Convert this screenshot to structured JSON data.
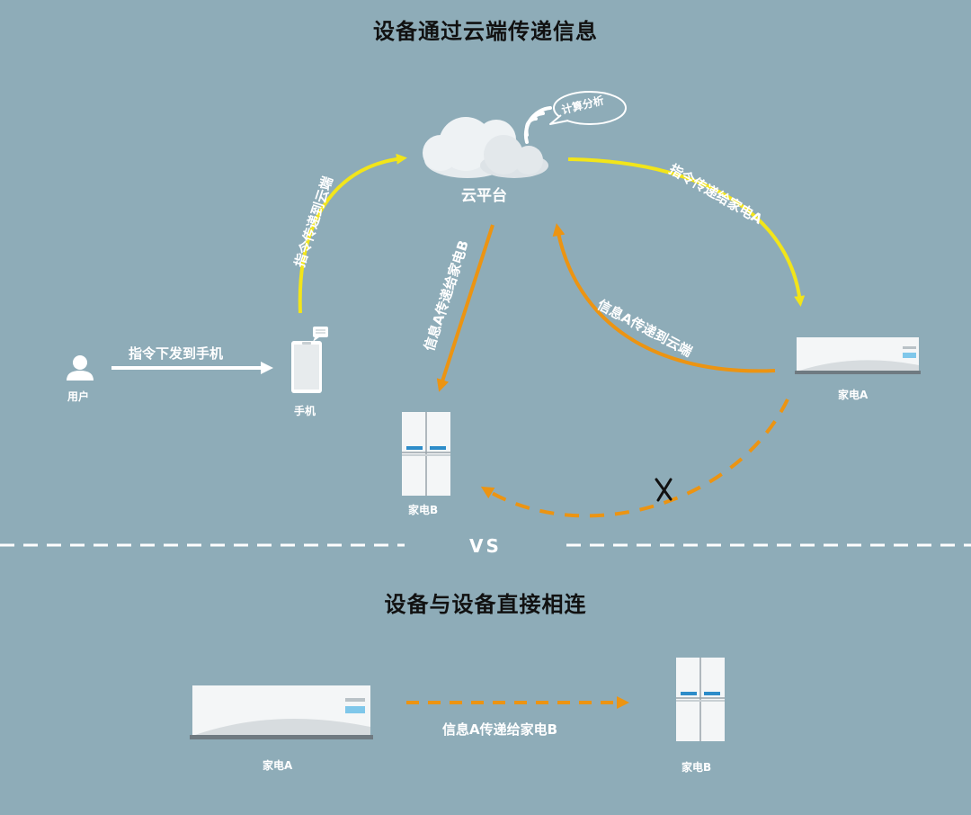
{
  "titles": {
    "top": "设备通过云端传递信息",
    "bottom": "设备与设备直接相连",
    "vs": "VS"
  },
  "nodes": {
    "cloud": "云平台",
    "compute_bubble": "计算分析",
    "user": "用户",
    "phone": "手机",
    "appliance_a": "家电A",
    "appliance_b": "家电B",
    "bottom_appliance_a": "家电A",
    "bottom_appliance_b": "家电B"
  },
  "arrows": {
    "user_to_phone": "指令下发到手机",
    "phone_to_cloud": "指令传递到云端",
    "cloud_to_a": "指令传递给家电A",
    "a_to_cloud": "信息A传递到云端",
    "cloud_to_b": "信息A传递给家电B",
    "bottom_a_to_b": "信息A传递给家电B"
  },
  "colors": {
    "background": "#8eacb8",
    "yellow_arrow": "#f2e51a",
    "orange_arrow": "#ec9412",
    "white": "#ffffff",
    "divider": "#ffffff"
  }
}
